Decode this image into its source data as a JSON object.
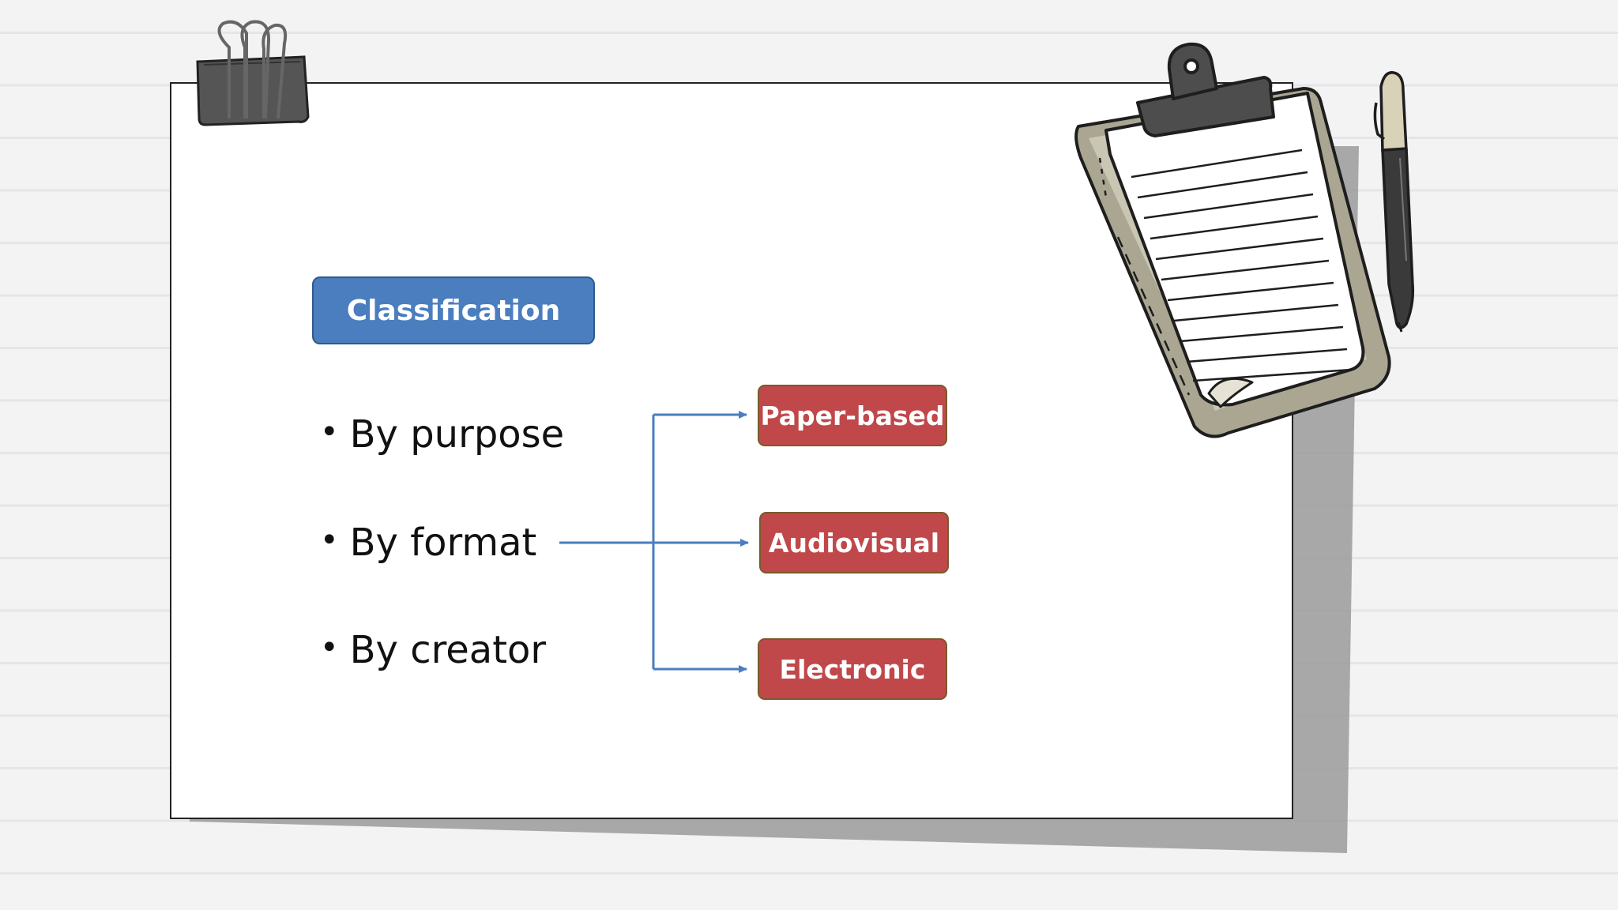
{
  "diagram": {
    "title": "Classification",
    "bullets": [
      "By purpose",
      "By format",
      "By creator"
    ],
    "bullet_symbol": "•",
    "categories": [
      "Paper-based",
      "Audiovisual",
      "Electronic"
    ]
  },
  "colors": {
    "title_box": "#4a7ebf",
    "category_box": "#c0484a",
    "connector": "#4a7ebf",
    "background": "#f3f3f3"
  },
  "icons": [
    "binder-clip-icon",
    "clipboard-icon",
    "pen-icon"
  ]
}
